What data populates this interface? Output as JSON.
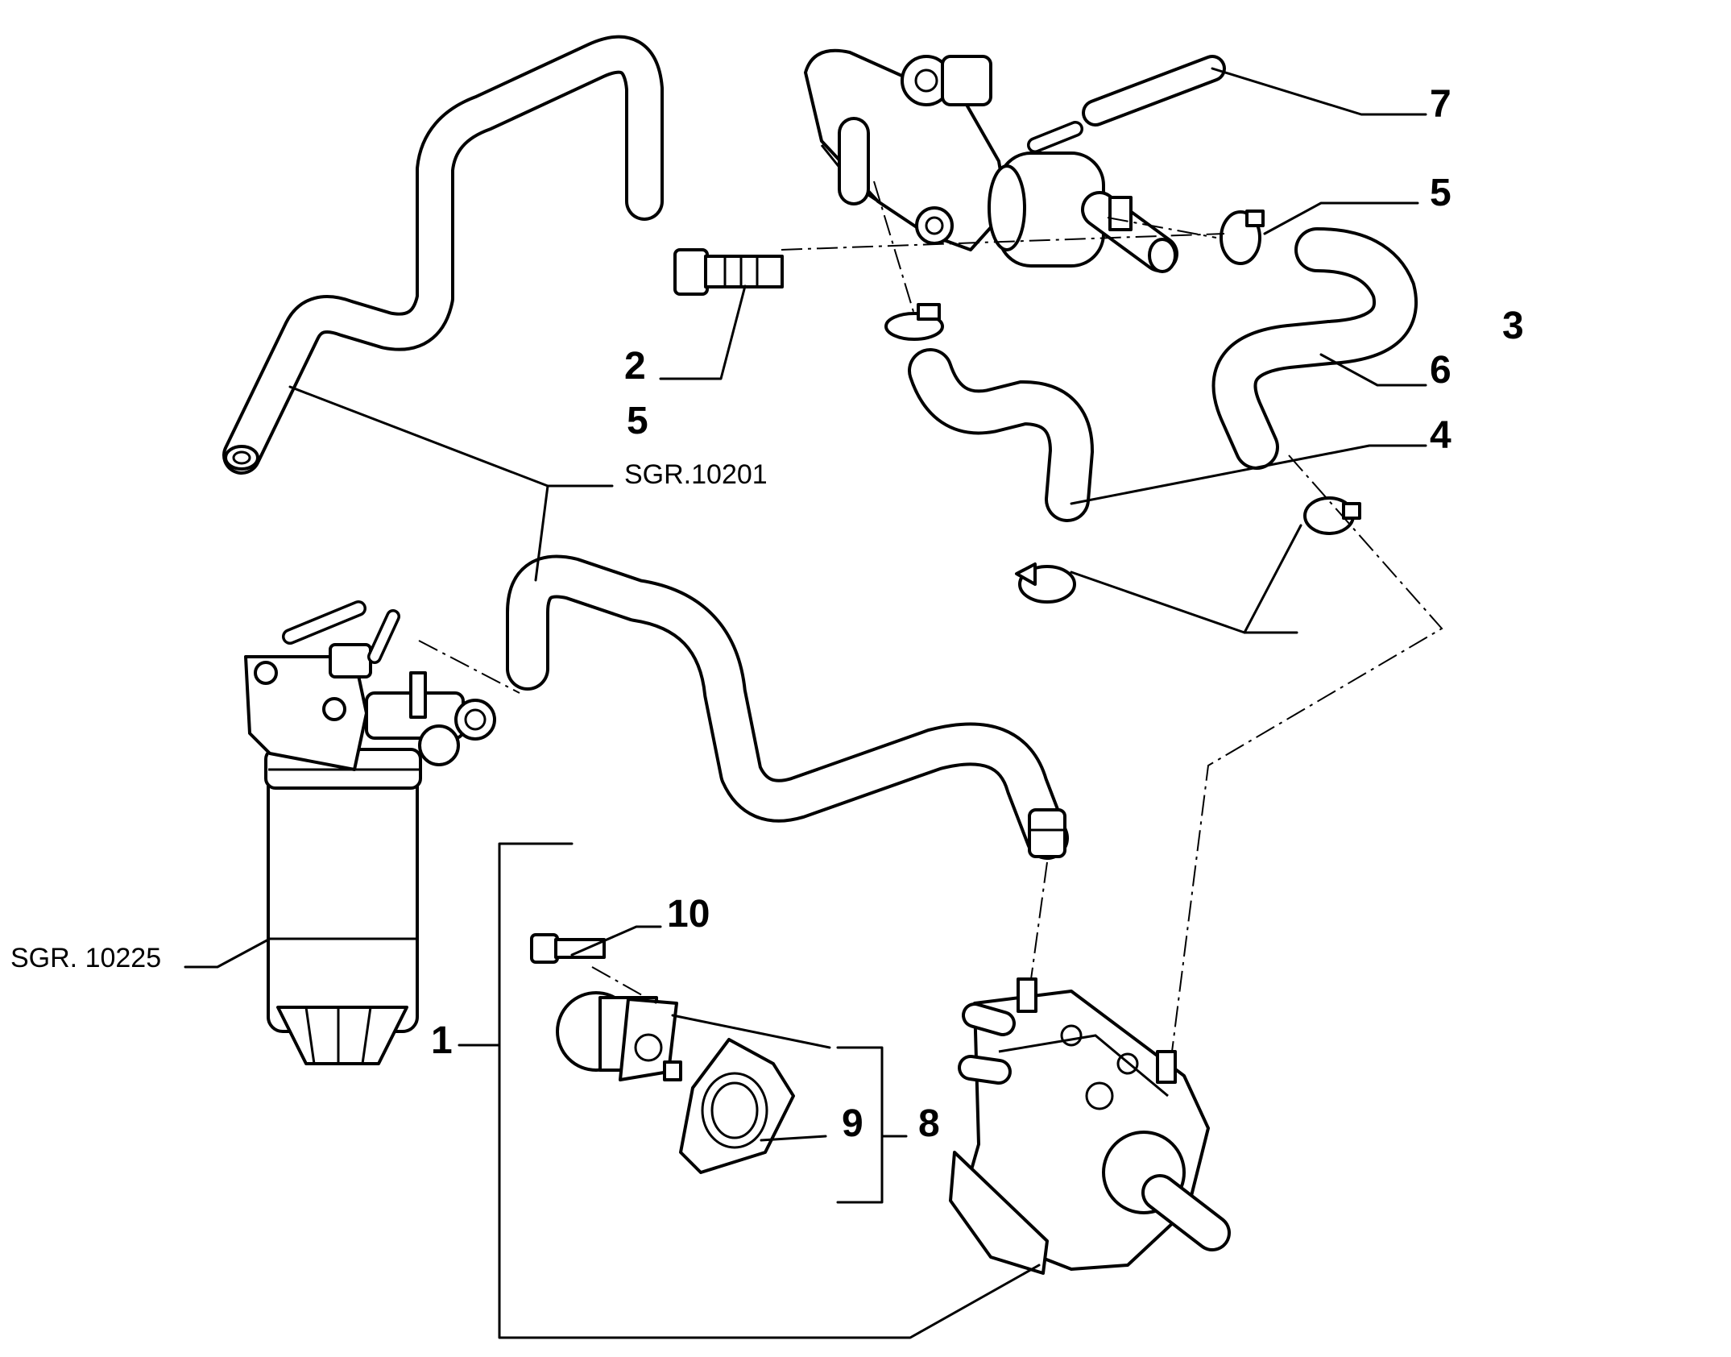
{
  "diagram": {
    "callouts": {
      "c1": "1",
      "c2": "2",
      "c3": "3",
      "c4": "4",
      "c5_top": "5",
      "c5_left": "5",
      "c6": "6",
      "c7": "7",
      "c8": "8",
      "c9": "9",
      "c10": "10"
    },
    "references": {
      "sgr_10201": "SGR.10201",
      "sgr_10225": "SGR. 10225"
    }
  }
}
